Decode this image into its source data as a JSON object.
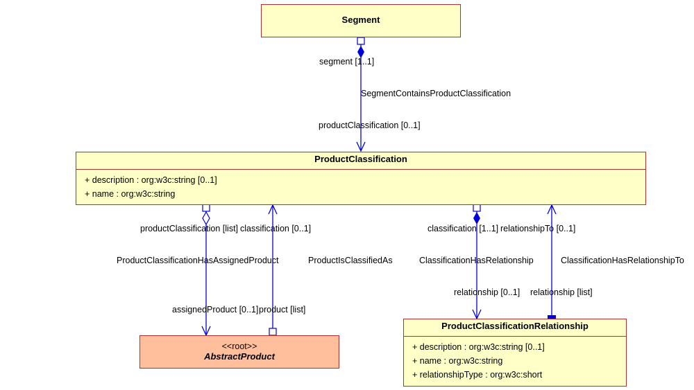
{
  "classes": {
    "segment": {
      "name": "Segment"
    },
    "product_classification": {
      "name": "ProductClassification",
      "attributes": [
        "+ description : org:w3c:string [0..1]",
        "+ name : org:w3c:string"
      ]
    },
    "abstract_product": {
      "stereotype": "<<root>>",
      "name": "AbstractProduct"
    },
    "product_classification_relationship": {
      "name": "ProductClassificationRelationship",
      "attributes": [
        "+ description : org:w3c:string [0..1]",
        "+ name : org:w3c:string",
        "+ relationshipType : org:w3c:short"
      ]
    }
  },
  "associations": {
    "segment_contains": {
      "name": "SegmentContainsProductClassification",
      "source_role": "segment [1..1]",
      "target_role": "productClassification [0..1]"
    },
    "has_assigned_product": {
      "name": "ProductClassificationHasAssignedProduct",
      "source_role": "productClassification [list]",
      "target_role": "assignedProduct [0..1]"
    },
    "is_classified_as": {
      "name": "ProductIsClassifiedAs",
      "source_role": "product [list]",
      "target_role": "classification [0..1]"
    },
    "has_relationship": {
      "name": "ClassificationHasRelationship",
      "source_role": "classification [1..1]",
      "target_role": "relationship [0..1]"
    },
    "has_relationship_to": {
      "name": "ClassificationHasRelationshipTo",
      "source_role": "relationship [list]",
      "target_role": "relationshipTo [0..1]"
    }
  },
  "colors": {
    "line": "#0000dd",
    "class_fill": "#ffffc8",
    "class_border": "#b03030",
    "abstract_fill": "#ffbe9c"
  }
}
